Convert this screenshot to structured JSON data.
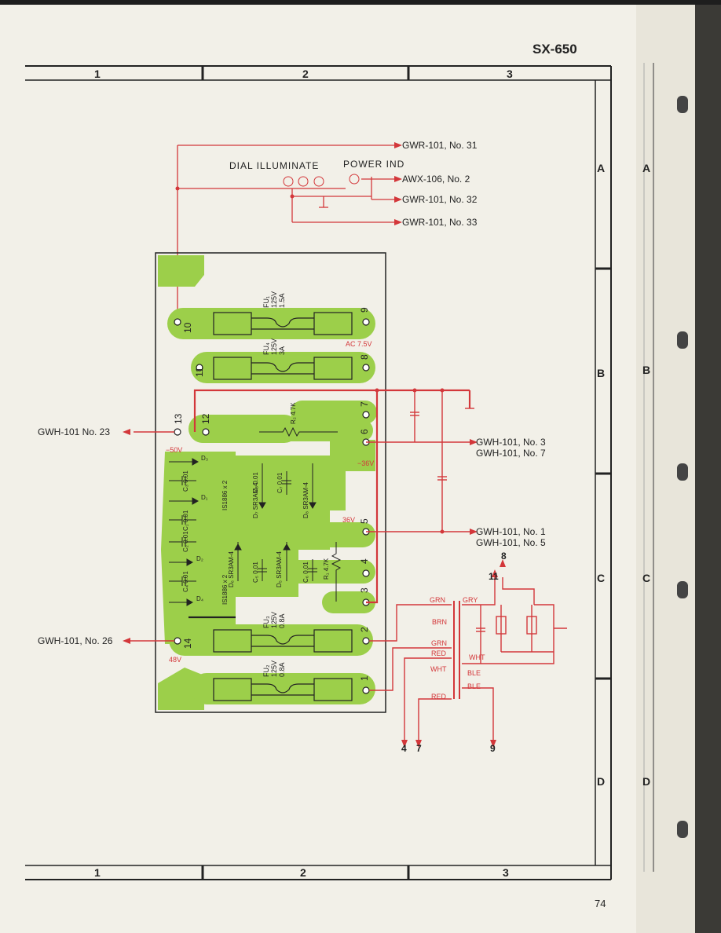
{
  "header": {
    "model": "SX-650",
    "page_number": "74"
  },
  "grid": {
    "columns": [
      "1",
      "2",
      "3"
    ],
    "rows": [
      "A",
      "B",
      "C",
      "D"
    ]
  },
  "top_section": {
    "dial_illuminate": "DIAL ILLUMINATE",
    "power_ind": "POWER IND",
    "connectors": [
      "GWR-101, No. 31",
      "AWX-106, No. 2",
      "GWR-101, No. 32",
      "GWR-101, No. 33"
    ]
  },
  "board": {
    "fuses": [
      {
        "ref": "FU₁",
        "rating": "125V",
        "current": "1.5A"
      },
      {
        "ref": "FU₄",
        "rating": "125V",
        "current": "3A"
      },
      {
        "ref": "FU₃",
        "rating": "125V",
        "current": "0.8A"
      },
      {
        "ref": "FU₂",
        "rating": "125V",
        "current": "0.8A"
      }
    ],
    "terminals_right": [
      "9",
      "8",
      "7",
      "6",
      "5",
      "4",
      "3",
      "2",
      "1"
    ],
    "terminals_left": [
      "10",
      "11",
      "12",
      "13",
      "14"
    ],
    "voltages": {
      "ac": "AC 7.5V",
      "neg50": "−50V",
      "neg36": "−36V",
      "pos36": "36V",
      "pos48": "48V"
    },
    "components": {
      "r2": "R₂ 4.7K",
      "r1": "R₁ 4.7K",
      "d3": "D₃",
      "d1": "D₁",
      "d2": "D₂",
      "d4": "D₄",
      "c3": "C₃ 0.01",
      "c1": "C₁ 0.01",
      "c2": "C₂ 0.01",
      "c4": "C₄ 0.01",
      "d7": "D₇ SR3AM-4",
      "d8": "D₈ SR3AM-4",
      "d6": "D₆ SR3AM-4",
      "d5": "D₅ SR3AM-4",
      "c8": "C₈ 0.01",
      "c7": "C₇ 0.01",
      "c6": "C₆ 0.01",
      "c5": "C₅ 0.01",
      "is1": "IS1886 x 2",
      "is2": "IS1886 x 2"
    }
  },
  "external": {
    "gwh_23": "GWH-101 No. 23",
    "gwh_26": "GWH-101, No. 26",
    "gwh_3": "GWH-101, No. 3",
    "gwh_7": "GWH-101, No. 7",
    "gwh_1": "GWH-101, No. 1",
    "gwh_5": "GWH-101, No. 5"
  },
  "transformer": {
    "wires": [
      "GRN",
      "GRY",
      "BRN",
      "GRN",
      "RED",
      "WHT",
      "WHT",
      "BLE",
      "BLE",
      "RED"
    ],
    "terminals": [
      "8",
      "11",
      "4",
      "7",
      "9"
    ]
  }
}
